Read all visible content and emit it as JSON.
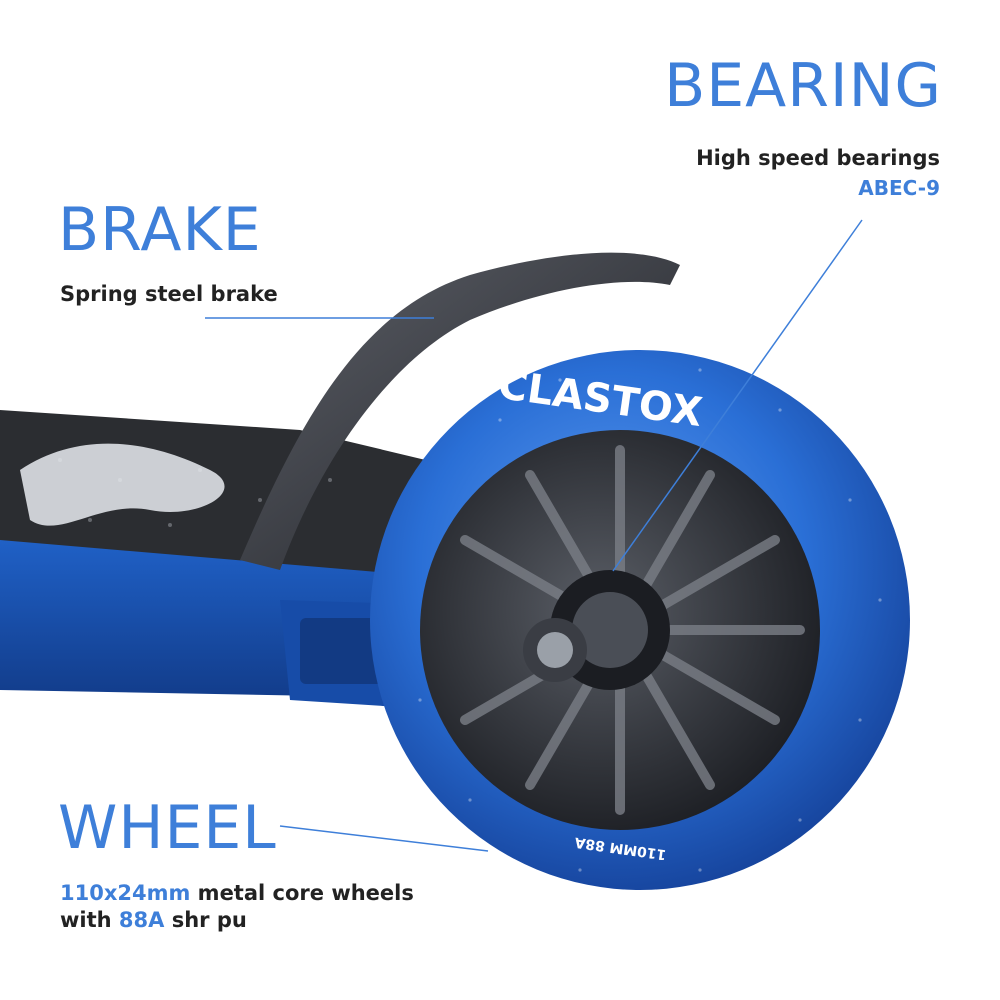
{
  "bearing": {
    "heading": "BEARING",
    "description": "High speed bearings",
    "spec": "ABEC-9"
  },
  "brake": {
    "heading": "BRAKE",
    "description": "Spring steel brake"
  },
  "wheel": {
    "heading": "WHEEL",
    "size": "110x24mm",
    "description_rest": " metal core wheels",
    "line2_prefix": "with ",
    "hardness": "88A",
    "line2_rest": " shr pu"
  },
  "product": {
    "brand_print": "CLASTOX",
    "wheel_print": "110MM 88A"
  },
  "colors": {
    "accent": "#3e7fd9",
    "text": "#222222",
    "deck_blue": "#1f5fc4",
    "wheel_blue": "#2a6fd6",
    "core_black": "#2a2d33"
  }
}
